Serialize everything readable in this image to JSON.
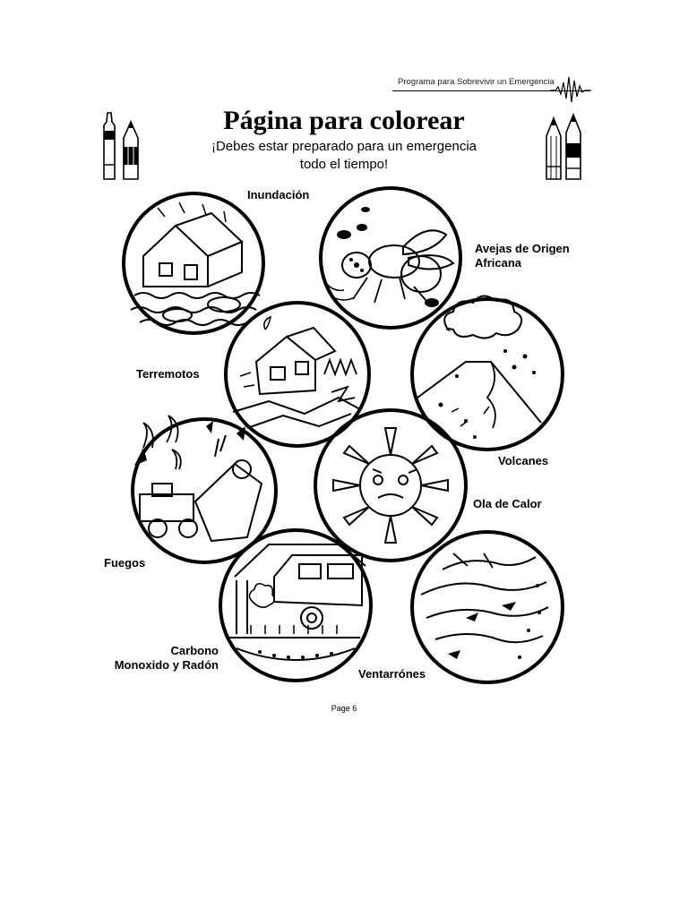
{
  "header": {
    "program_title": "Programa para Sobrevivir un Emergencia"
  },
  "title": "Página para colorear",
  "subtitle": {
    "line1": "¡Debes estar preparado para un emergencia",
    "line2": "todo el tiempo!"
  },
  "hazards": {
    "flood": "Inundación",
    "bees_line1": "Avejas de Origen",
    "bees_line2": "Africana",
    "earthquakes": "Terremotos",
    "volcanoes": "Volcanes",
    "heat_wave": "Ola de Calor",
    "fires": "Fuegos",
    "co_line1": "Carbono",
    "co_line2": "Monoxido y Radón",
    "windstorms": "Ventarrónes"
  },
  "footer": {
    "page": "Page 6"
  }
}
